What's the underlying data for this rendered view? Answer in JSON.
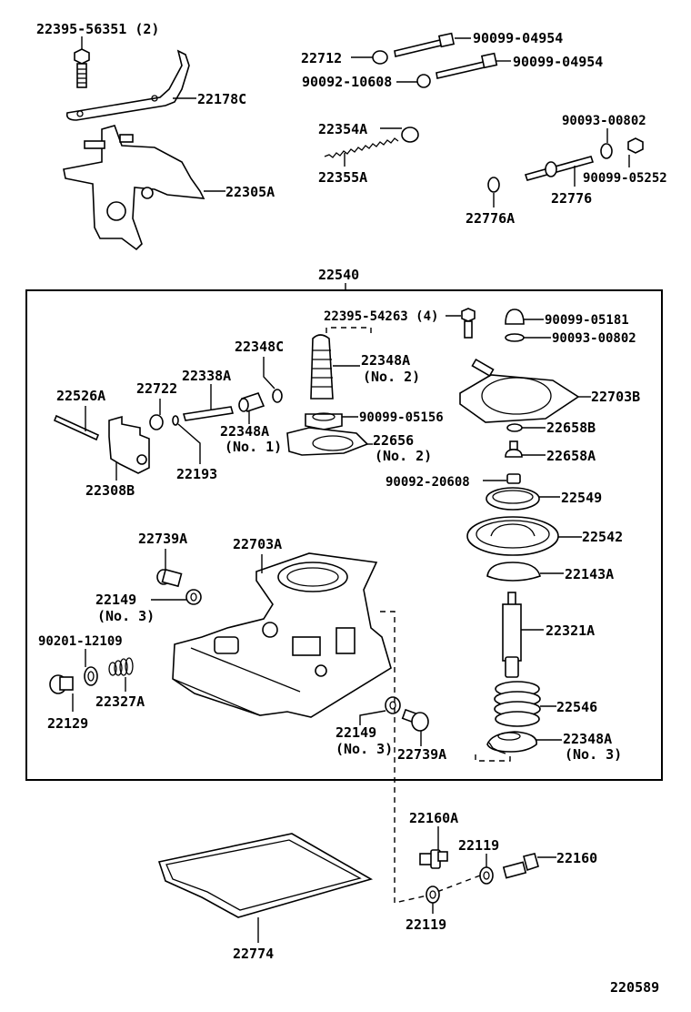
{
  "diagram": {
    "type": "exploded-parts-diagram",
    "illustration_id": "220589",
    "assembly": {
      "part_no": "22540",
      "label": "22540"
    },
    "labels": {
      "bolt_2239556351": "22395-56351 (2)",
      "bracket_22178C": "22178C",
      "bracket_22305A": "22305A",
      "nut_22712": "22712",
      "bolt_9009904954_a": "90099-04954",
      "bolt_9009904954_b": "90099-04954",
      "nut_9009210608": "90092-10608",
      "cap_22354A": "22354A",
      "spring_22355A": "22355A",
      "washer_9009300802_top": "90093-00802",
      "nut_9009905252": "90099-05252",
      "screw_22776": "22776",
      "washer_22776A": "22776A",
      "bolt_2239554263": "22395-54263 (4)",
      "nut_9009905181": "90099-05181",
      "washer_9009300802": "90093-00802",
      "boot_22348C": "22348C",
      "boot_22348A_no2": "22348A",
      "boot_22348A_no2_sub": "(No. 2)",
      "cover_22703B": "22703B",
      "pin_22338A": "22338A",
      "nut_22722": "22722",
      "rod_22526A": "22526A",
      "bush_22348A_no1": "22348A",
      "bush_22348A_no1_sub": "(No. 1)",
      "nut_9009905156": "90099-05156",
      "lever_22656": "22656",
      "lever_22656_sub": "(No. 2)",
      "ring_22658B": "22658B",
      "seat_22658A": "22658A",
      "ring_22193": "22193",
      "lever_22308B": "22308B",
      "nut_9009220608": "90092-20608",
      "plate_22549": "22549",
      "diaphragm_22542": "22542",
      "plate_22143A": "22143A",
      "plug_22739A_top": "22739A",
      "body_22703A": "22703A",
      "gasket_22149_top": "22149",
      "gasket_22149_top_sub": "(No. 3)",
      "shaft_22321A": "22321A",
      "screw_9020112109": "90201-12109",
      "spring_22327A": "22327A",
      "plug_22129": "22129",
      "spring_22546": "22546",
      "gasket_22149_bot": "22149",
      "gasket_22149_bot_sub": "(No. 3)",
      "plug_22739A_bot": "22739A",
      "gear_22348A_no3": "22348A",
      "gear_22348A_no3_sub": "(No. 3)",
      "union_22160A": "22160A",
      "gasket_22119_a": "22119",
      "bolt_22160": "22160",
      "gasket_22119_b": "22119",
      "gasket_22774": "22774",
      "figure_id": "220589"
    }
  }
}
